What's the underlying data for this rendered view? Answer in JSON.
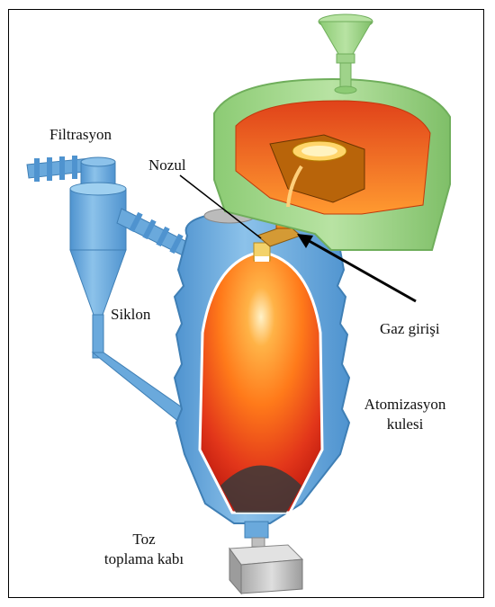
{
  "labels": {
    "filtration": "Filtrasyon",
    "nozzle": "Nozul",
    "gas_inlet": "Gaz girişi",
    "cyclone": "Siklon",
    "tower_line1": "Atomizasyon",
    "tower_line2": "kulesi",
    "collector_line1": "Toz",
    "collector_line2": "toplama kabı"
  },
  "colors": {
    "tower_blue": "#6aa9dc",
    "tower_blue_dark": "#3f7fb5",
    "furnace_green": "#a8d890",
    "furnace_green_dark": "#6fae5b",
    "melt_orange": "#ff7a1a",
    "melt_red": "#d8230f",
    "powder_dark": "#3a3a3a",
    "collector_gray": "#c8c8c8"
  }
}
